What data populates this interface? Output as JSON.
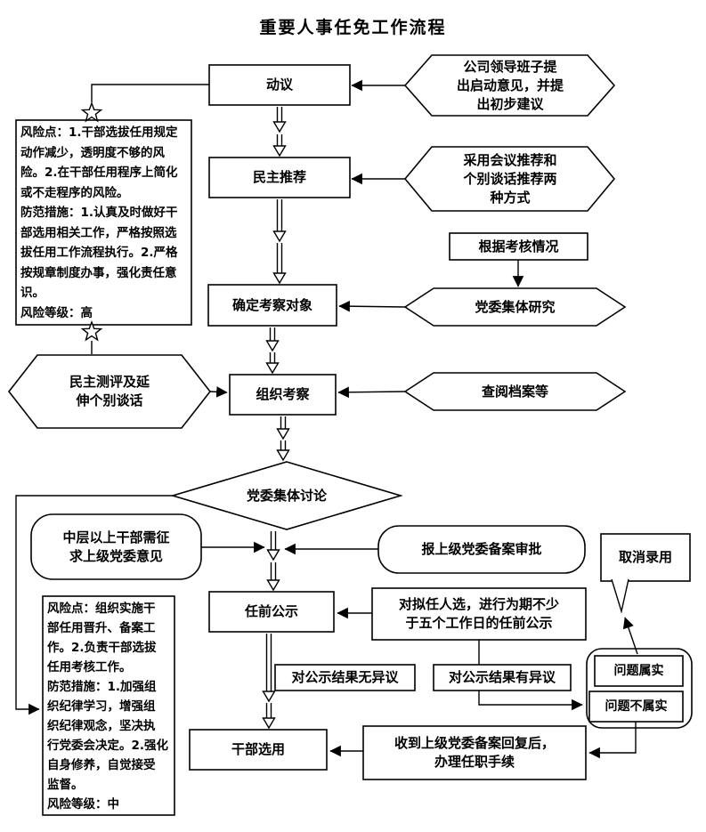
{
  "title": "重要人事任免工作流程",
  "nodes": {
    "motion": "动议",
    "democratic_recommendation": "民主推荐",
    "determine_targets": "确定考察对象",
    "organize_inspection": "组织考察",
    "committee_discussion": "党委集体讨论",
    "pre_announcement": "任前公示",
    "cadre_selection": "干部选用",
    "leadership_proposal": "公司领导班子提\n出启动意见，并提\n出初步建议",
    "recommendation_methods": "采用会议推荐和\n个别谈话推荐两\n种方式",
    "assessment_basis": "根据考核情况",
    "committee_research": "党委集体研究",
    "review_files": "查阅档案等",
    "democratic_evaluation": "民主测评及延\n伸个别谈话",
    "middle_level_consult": "中层以上干部需征\n求上级党委意见",
    "report_superior": "报上级党委备案审批",
    "candidates_publicity": "对拟任人选，进行为期不少\n于五个工作日的任前公示",
    "receive_reply": "收到上级党委备案回复后，\n办理任职手续",
    "cancel_employment": "取消录用",
    "issue_true": "问题属实",
    "issue_false": "问题不属实"
  },
  "edge_labels": {
    "no_objection": "对公示结果无异议",
    "objection": "对公示结果有异议"
  },
  "risk_notes": {
    "high": "风险点：1.干部选拔任用规定\n动作减少，透明度不够的风\n险。2.在干部任用程序上简化\n或不走程序的风险。\n防范措施：1.认真及时做好干\n部选用相关工作，严格按照选\n拔任用工作流程执行。2.严格\n按规章制度办事，强化责任意\n识。\n风险等级：高",
    "medium": "风险点：组织实施干\n部任用晋升、备案工\n作。2.负责干部选拔\n任用考核工作。\n防范措施：1.加强组\n织纪律学习，增强组\n织纪律观念，坚决执\n行党委会决定。2.强化\n自身修养，自觉接受\n监督。\n风险等级：中"
  },
  "colors": {
    "line": "#000000",
    "fill": "#ffffff",
    "text": "#000000"
  }
}
